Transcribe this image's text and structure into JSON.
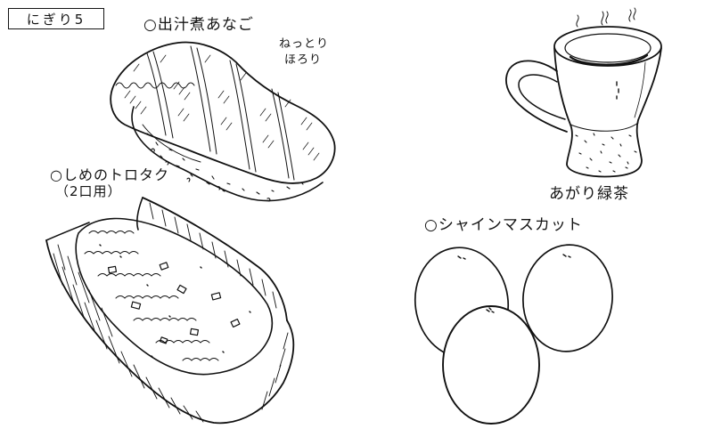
{
  "header": {
    "label": "にぎり5"
  },
  "items": {
    "anago": {
      "name": "○出汁煮あなご",
      "note_line1": "ねっとり",
      "note_line2": "ほろり"
    },
    "toro": {
      "name": "○しめのトロタク",
      "note": "（2口用）"
    },
    "tea": {
      "name": "あがり緑茶"
    },
    "grape": {
      "name": "○シャインマスカット"
    }
  },
  "icons": [
    "anago-nigiri-drawing",
    "torotaku-drawing",
    "tea-cup-drawing",
    "muscat-grapes-drawing"
  ],
  "colors": {
    "ink": "#111111",
    "paper": "#ffffff"
  }
}
